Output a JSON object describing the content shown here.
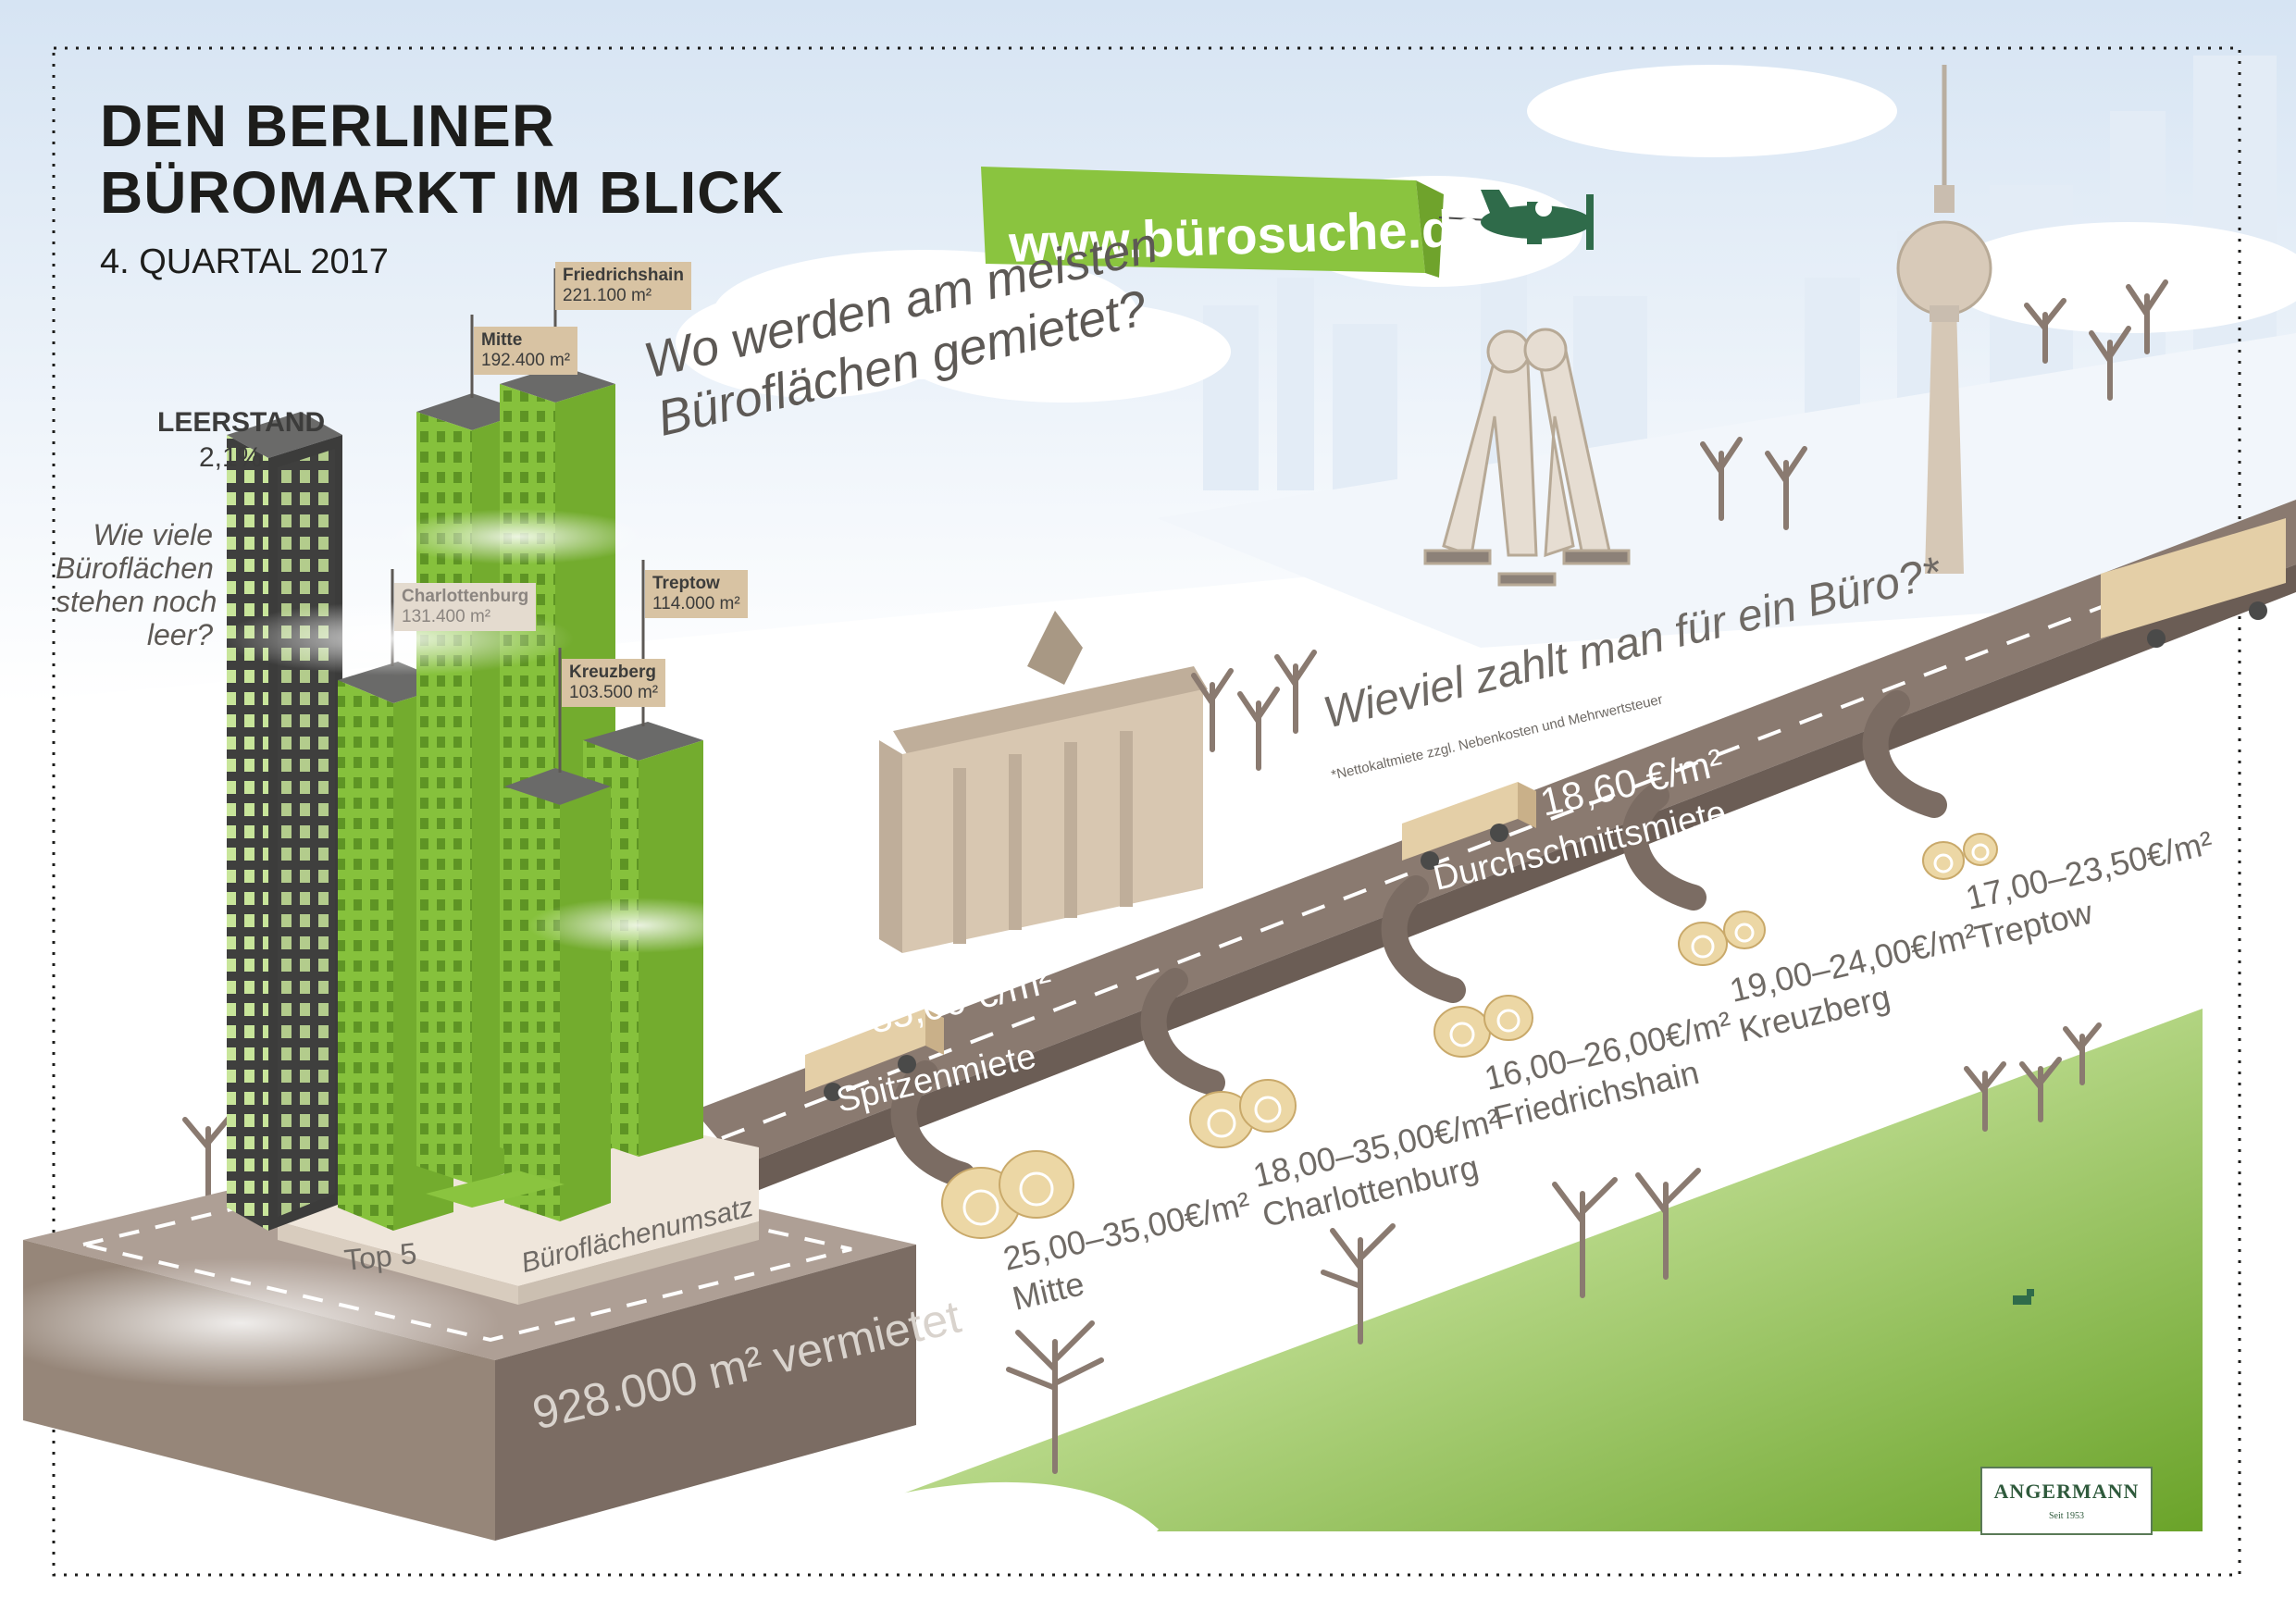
{
  "title_line1": "DEN BERLINER",
  "title_line2": "BÜROMARKT IM BLICK",
  "subtitle": "4. QUARTAL 2017",
  "banner_url": "www.bürosuche.de",
  "question_where_line1": "Wo werden am meisten",
  "question_where_line2": "Büroflächen gemietet?",
  "question_price": "Wieviel zahlt man für ein Büro?*",
  "price_note": "*Nettokaltmiete zzgl. Nebenkosten und Mehrwertsteuer",
  "average_rent": {
    "value": "18,60 €/m²",
    "label": "Durchschnittsmiete"
  },
  "peak_rent": {
    "value": "35,00 €/m²",
    "label": "Spitzenmiete"
  },
  "vacancy": {
    "label": "LEERSTAND",
    "value": "2,1%",
    "question_lines": [
      "Wie viele",
      "Büroflächen",
      "stehen noch",
      "leer?"
    ]
  },
  "district_volumes": [
    {
      "name": "Friedrichshain",
      "value": "221.100 m²"
    },
    {
      "name": "Mitte",
      "value": "192.400 m²"
    },
    {
      "name": "Charlottenburg",
      "value": "131.400 m²"
    },
    {
      "name": "Treptow",
      "value": "114.000 m²"
    },
    {
      "name": "Kreuzberg",
      "value": "103.500 m²"
    }
  ],
  "district_rents": [
    {
      "range": "25,00–35,00€/m²",
      "name": "Mitte"
    },
    {
      "range": "18,00–35,00€/m²",
      "name": "Charlottenburg"
    },
    {
      "range": "16,00–26,00€/m²",
      "name": "Friedrichshain"
    },
    {
      "range": "19,00–24,00€/m²",
      "name": "Kreuzberg"
    },
    {
      "range": "17,00–23,50€/m²",
      "name": "Treptow"
    }
  ],
  "base_top5": "Top 5",
  "base_label": "Büroflächenumsatz",
  "total_rented": "928.000 m² vermietet",
  "logo": {
    "name": "ANGERMANN",
    "since": "Seit 1953"
  },
  "colors": {
    "green": "#8ac43f",
    "green_dark": "#6fa32c",
    "road": "#7b6c63",
    "tan": "#d8c3a3",
    "text_dark": "#1d1d1b",
    "text_grey": "#6f6a65"
  },
  "icons": [
    "tv-tower-icon",
    "brandenburg-gate-icon",
    "molecule-man-icon",
    "airplane-icon",
    "truck-icon",
    "money-bag-icon",
    "tree-icon",
    "dog-icon"
  ]
}
